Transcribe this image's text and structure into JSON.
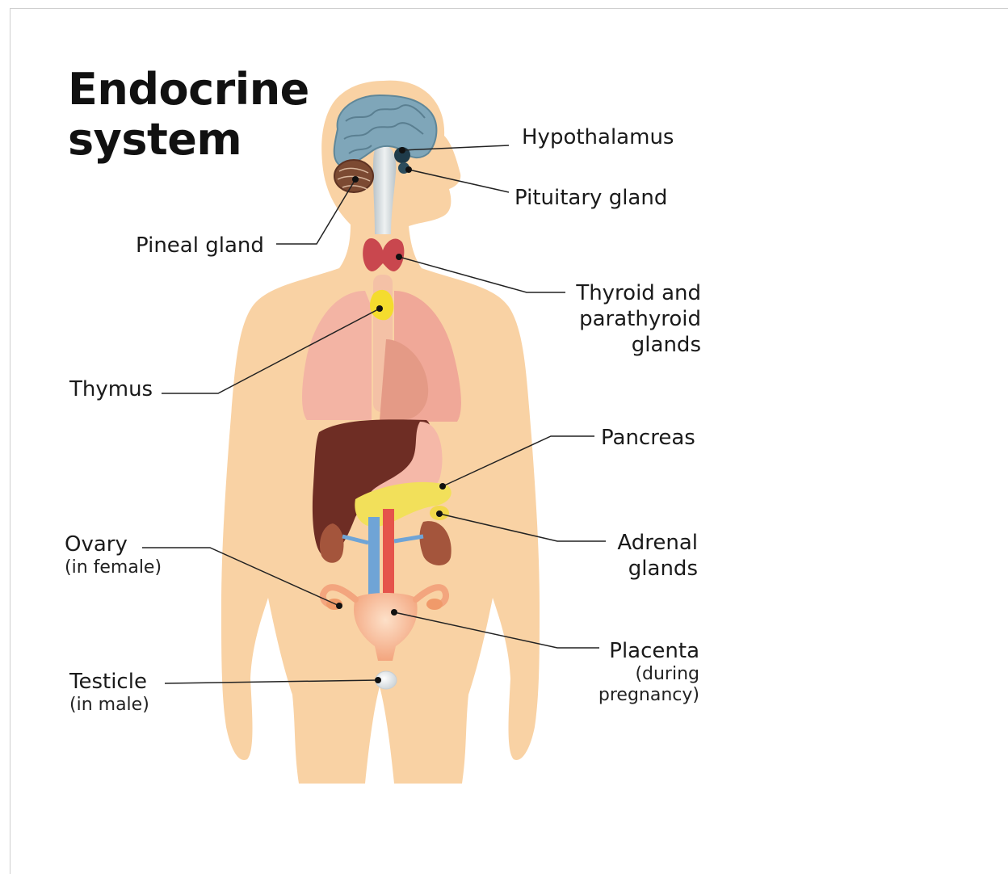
{
  "title": {
    "line1": "Endocrine",
    "line2": "system"
  },
  "labels": {
    "hypothalamus": "Hypothalamus",
    "pituitary": "Pituitary gland",
    "pineal": "Pineal gland",
    "thyroid": {
      "l1": "Thyroid and",
      "l2": "parathyroid",
      "l3": "glands"
    },
    "thymus": "Thymus",
    "pancreas": "Pancreas",
    "ovary": {
      "main": "Ovary",
      "sub": "(in female)"
    },
    "adrenal": {
      "l1": "Adrenal",
      "l2": "glands"
    },
    "placenta": {
      "main": "Placenta",
      "sub1": "(during",
      "sub2": "pregnancy)"
    },
    "testicle": {
      "main": "Testicle",
      "sub": "(in male)"
    }
  },
  "colors": {
    "skin": "#f9d2a4",
    "brain": "#7fa6b9",
    "thyroid": "#c9474e",
    "thymus": "#f4dc2e",
    "liver": "#6e2d24",
    "lung": "#f3b4a4",
    "pancreas": "#f2e05a",
    "artery": "#e5534b",
    "vein": "#6fa4d6"
  }
}
